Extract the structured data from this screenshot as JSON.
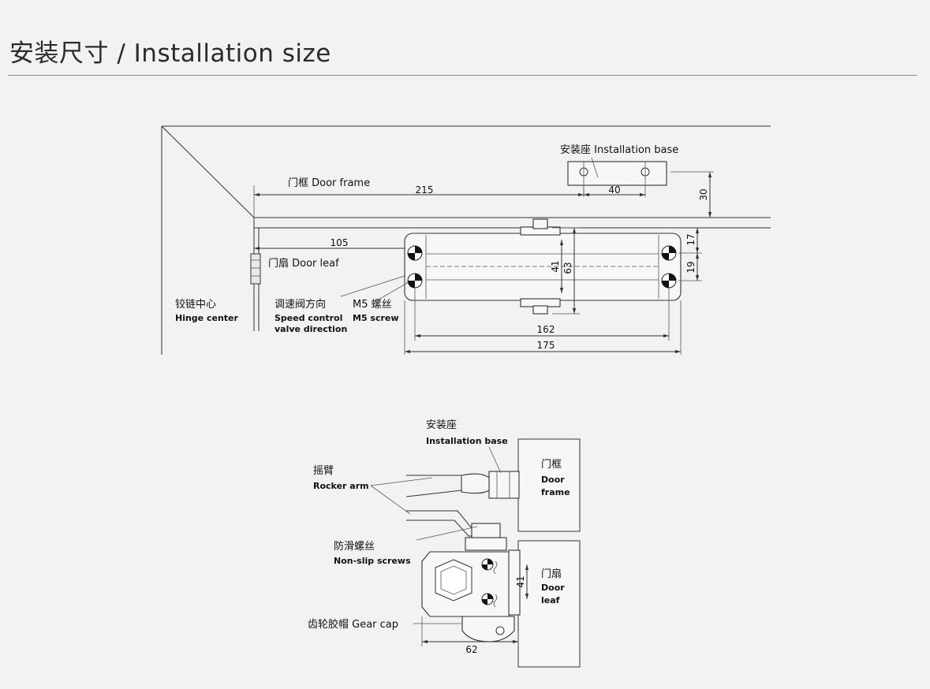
{
  "header": {
    "title": "安装尺寸 / Installation size"
  },
  "top_view": {
    "install_base_label": "安装座 Installation base",
    "door_frame_label": "门框 Door frame",
    "door_leaf_label": "门扇 Door leaf",
    "hinge_center_zh": "铰链中心",
    "hinge_center_en": "Hinge center",
    "speed_valve_zh": "调速阀方向",
    "speed_valve_en1": "Speed control",
    "speed_valve_en2": "valve direction",
    "m5_zh": "M5 螺丝",
    "m5_en": "M5 screw",
    "dims": {
      "d215": "215",
      "d40": "40",
      "d30": "30",
      "d105": "105",
      "d17": "17",
      "d19": "19",
      "d41": "41",
      "d63": "63",
      "d162": "162",
      "d175": "175"
    }
  },
  "side_view": {
    "install_base_zh": "安装座",
    "install_base_en": "Installation base",
    "rocker_arm_zh": "摇臂",
    "rocker_arm_en": "Rocker arm",
    "door_frame_zh": "门框",
    "door_frame_en1": "Door",
    "door_frame_en2": "frame",
    "door_leaf_zh": "门扇",
    "door_leaf_en1": "Door",
    "door_leaf_en2": "leaf",
    "nonslip_zh": "防滑螺丝",
    "nonslip_en": "Non-slip screws",
    "gear_cap": "齿轮胶帽 Gear cap",
    "dims": {
      "d41": "41",
      "d62": "62"
    }
  }
}
